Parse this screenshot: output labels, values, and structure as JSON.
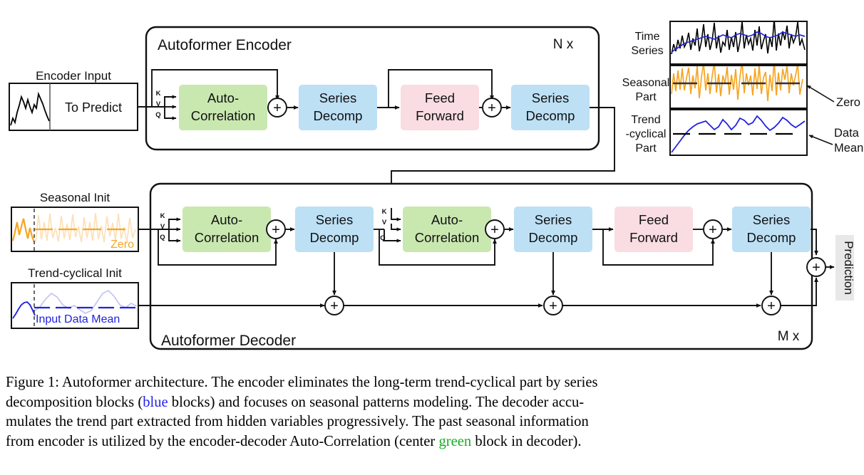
{
  "figure": {
    "number": "Figure 1:",
    "caption_lines": [
      [
        {
          "t": "Figure 1: Autoformer architecture. The encoder eliminates the long-term trend-cyclical part by series",
          "c": "black"
        }
      ],
      [
        {
          "t": "decomposition blocks (",
          "c": "black"
        },
        {
          "t": "blue",
          "c": "blue"
        },
        {
          "t": " blocks) and focuses on seasonal patterns modeling. The decoder accu-",
          "c": "black"
        }
      ],
      [
        {
          "t": "mulates the trend part extracted from hidden variables progressively. The past seasonal information",
          "c": "black"
        }
      ],
      [
        {
          "t": "from encoder is utilized by the encoder-decoder Auto-Correlation (center ",
          "c": "black"
        },
        {
          "t": "green",
          "c": "green"
        },
        {
          "t": " block in decoder).",
          "c": "black"
        }
      ]
    ],
    "caption_full": "Figure 1: Autoformer architecture. The encoder eliminates the long-term trend-cyclical part by series decomposition blocks (blue blocks) and focuses on seasonal patterns modeling. The decoder accumulates the trend part extracted from hidden variables progressively. The past seasonal information from encoder is utilized by the encoder-decoder Auto-Correlation (center green block in decoder)."
  },
  "colors": {
    "green_block": "#c9e8b0",
    "blue_block": "#bde0f5",
    "pink_block": "#f9dde2",
    "gray_block": "#e8e8e8",
    "orange": "#f5a623",
    "orange_light": "#fde0b8",
    "blue_line": "#2222dd",
    "blue_line_light": "#c4c4f2",
    "black": "#000000",
    "caption_blue": "#2222ee",
    "caption_green": "#1aaa27"
  },
  "encoder": {
    "title": "Autoformer Encoder",
    "repeat_label": "N x",
    "input": {
      "title": "Encoder Input",
      "to_predict_label": "To Predict"
    },
    "blocks": [
      {
        "id": "enc-autocorr",
        "label_line1": "Auto-",
        "label_line2": "Correlation",
        "color": "green"
      },
      {
        "id": "enc-decomp-1",
        "label_line1": "Series",
        "label_line2": "Decomp",
        "color": "blue"
      },
      {
        "id": "enc-feedforward",
        "label_line1": "Feed",
        "label_line2": "Forward",
        "color": "pink"
      },
      {
        "id": "enc-decomp-2",
        "label_line1": "Series",
        "label_line2": "Decomp",
        "color": "blue"
      }
    ],
    "qkv_labels": [
      "K",
      "V",
      "Q"
    ],
    "add_symbol": "+"
  },
  "decoder": {
    "title": "Autoformer Decoder",
    "repeat_label": "M x",
    "seasonal_init": {
      "title": "Seasonal Init",
      "inner_label": "Zero"
    },
    "trend_init": {
      "title": "Trend-cyclical Init",
      "inner_label": "Input Data Mean"
    },
    "blocks": [
      {
        "id": "dec-autocorr-1",
        "label_line1": "Auto-",
        "label_line2": "Correlation",
        "color": "green"
      },
      {
        "id": "dec-decomp-1",
        "label_line1": "Series",
        "label_line2": "Decomp",
        "color": "blue"
      },
      {
        "id": "dec-autocorr-2",
        "label_line1": "Auto-",
        "label_line2": "Correlation",
        "color": "green"
      },
      {
        "id": "dec-decomp-2",
        "label_line1": "Series",
        "label_line2": "Decomp",
        "color": "blue"
      },
      {
        "id": "dec-feedforward",
        "label_line1": "Feed",
        "label_line2": "Forward",
        "color": "pink"
      },
      {
        "id": "dec-decomp-3",
        "label_line1": "Series",
        "label_line2": "Decomp",
        "color": "blue"
      }
    ],
    "qkv_labels": [
      "K",
      "V",
      "Q"
    ],
    "add_symbol": "+",
    "output_label": "Prediction"
  },
  "legend_panels": [
    {
      "id": "time-series",
      "label_line1": "Time",
      "label_line2": "Series",
      "label_line3": "",
      "annotation": ""
    },
    {
      "id": "seasonal-part",
      "label_line1": "Seasonal",
      "label_line2": "Part",
      "label_line3": "",
      "annotation": "Zero"
    },
    {
      "id": "trend-cyclical-part",
      "label_line1": "Trend",
      "label_line2": "-cyclical",
      "label_line3": "Part",
      "annotation_line1": "Data",
      "annotation_line2": "Mean"
    }
  ],
  "chart_data": {
    "type": "line",
    "title": "Series decomposition illustration",
    "panels": [
      {
        "name": "Time Series",
        "series": [
          {
            "name": "raw",
            "color": "#000000",
            "values": [
              30,
              52,
              38,
              62,
              45,
              70,
              48,
              58,
              72,
              44,
              66,
              50,
              78,
              40,
              60,
              86,
              52,
              70,
              46,
              62,
              88,
              50,
              72,
              44,
              64,
              56,
              80,
              46,
              68,
              52,
              76,
              42,
              62,
              90,
              48,
              70,
              54,
              66,
              44,
              78,
              50,
              84,
              46,
              60,
              72,
              40,
              66,
              52,
              94,
              44,
              68,
              50,
              74,
              58,
              82,
              46,
              70,
              54,
              66,
              88,
              50,
              60
            ]
          },
          {
            "name": "trend",
            "color": "#2222dd",
            "values": [
              34,
              38,
              42,
              46,
              48,
              50,
              52,
              54,
              56,
              54,
              52,
              55,
              58,
              56,
              54,
              58,
              60,
              58,
              56,
              58,
              62,
              60,
              56,
              54,
              56,
              58,
              62,
              60,
              58,
              56,
              58,
              56,
              58,
              64,
              62,
              64,
              66,
              64,
              60,
              64,
              62,
              66,
              64,
              60,
              64,
              62,
              64,
              62,
              70,
              66,
              68,
              66,
              68,
              70,
              72,
              70,
              72,
              70,
              68,
              72,
              70,
              68
            ]
          }
        ]
      },
      {
        "name": "Seasonal Part",
        "baseline_label": "Zero",
        "baseline_value": 0,
        "series": [
          {
            "name": "seasonal",
            "color": "#f5a623",
            "values": [
              -18,
              26,
              -14,
              30,
              -10,
              34,
              -12,
              14,
              36,
              -18,
              22,
              -8,
              40,
              -24,
              16,
              44,
              -12,
              26,
              -18,
              18,
              46,
              -16,
              28,
              -22,
              20,
              10,
              38,
              -20,
              24,
              -14,
              34,
              -26,
              18,
              48,
              -18,
              28,
              6,
              22,
              -22,
              36,
              -14,
              42,
              -20,
              16,
              30,
              -28,
              22,
              -12,
              52,
              -22,
              26,
              -16,
              32,
              12,
              40,
              -20,
              28,
              6,
              22,
              46,
              -18,
              14
            ]
          }
        ]
      },
      {
        "name": "Trend-cyclical Part",
        "baseline_label": "Data Mean",
        "series": [
          {
            "name": "trend",
            "color": "#2222dd",
            "values": [
              6,
              14,
              24,
              34,
              42,
              48,
              52,
              54,
              56,
              50,
              44,
              48,
              58,
              52,
              44,
              50,
              60,
              58,
              52,
              54,
              64,
              58,
              50,
              44,
              48,
              54,
              62,
              58,
              52,
              48,
              52,
              48,
              54,
              68,
              62,
              66,
              70,
              66,
              58,
              64,
              62,
              70,
              66,
              58,
              64,
              60,
              64,
              60,
              76,
              70,
              72,
              68,
              72,
              74,
              78,
              74,
              76,
              72,
              68,
              74,
              70,
              66
            ]
          }
        ]
      }
    ],
    "xlabel": "",
    "ylabel": "",
    "grid": false,
    "legend": "none"
  },
  "input_thumbnails": {
    "encoder_input": {
      "series_color": "#000000",
      "values": [
        20,
        14,
        30,
        24,
        40,
        58,
        44,
        36,
        52,
        34,
        28,
        46,
        38,
        62,
        56,
        48,
        40,
        30,
        36,
        26
      ]
    },
    "seasonal_init": {
      "observed_color": "#f5a623",
      "future_color": "#fde0b8",
      "dash_color": "#555555"
    },
    "trend_init": {
      "observed_color": "#2222dd",
      "future_color": "#c4c4f2",
      "dash_color": "#555555"
    }
  }
}
